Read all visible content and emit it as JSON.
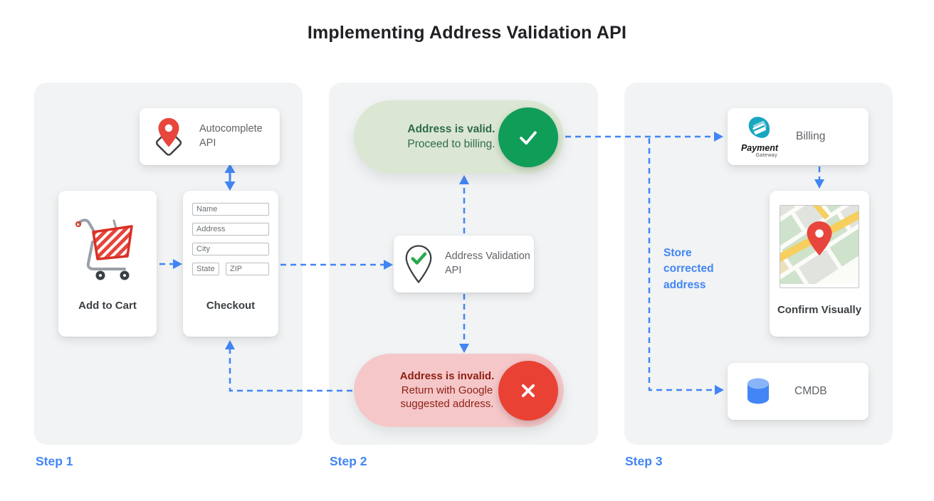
{
  "title": "Implementing Address Validation API",
  "colors": {
    "accent": "#4285f4",
    "panel_bg": "#f1f3f4",
    "title_text": "#202124",
    "card_text": "#5f6368",
    "label_text": "#3c4043",
    "valid_bg": "#dbe7d3",
    "valid_text": "#2e6b47",
    "valid_badge": "#0f9d58",
    "invalid_bg": "#f5c7c9",
    "invalid_text": "#8e1f12",
    "invalid_badge": "#e94235"
  },
  "steps": {
    "step1_label": "Step 1",
    "step2_label": "Step 2",
    "step3_label": "Step 3"
  },
  "step1": {
    "autocomplete": {
      "label": "Autocomplete API",
      "icon": "map-pin-diamond-icon"
    },
    "add_to_cart": {
      "label": "Add to Cart",
      "icon": "shopping-cart-icon"
    },
    "checkout": {
      "label": "Checkout",
      "name_placeholder": "Name",
      "address_placeholder": "Address",
      "city_placeholder": "City",
      "state_placeholder": "State",
      "zip_placeholder": "ZIP"
    }
  },
  "step2": {
    "valid": {
      "title": "Address is valid.",
      "subtitle": "Proceed to billing.",
      "icon": "checkmark-icon"
    },
    "validation_api": {
      "label": "Address Validation API",
      "icon": "map-pin-check-icon"
    },
    "invalid": {
      "title": "Address is invalid.",
      "subtitle": "Return with Google suggested address.",
      "icon": "cross-icon"
    }
  },
  "step3": {
    "billing": {
      "label": "Billing",
      "logo_primary": "Payment",
      "logo_secondary": "Gateway",
      "icon": "payment-gateway-logo"
    },
    "confirm": {
      "label": "Confirm Visually",
      "icon": "map-thumbnail"
    },
    "cmdb": {
      "label": "CMDB",
      "icon": "database-icon"
    },
    "note": "Store corrected address"
  }
}
